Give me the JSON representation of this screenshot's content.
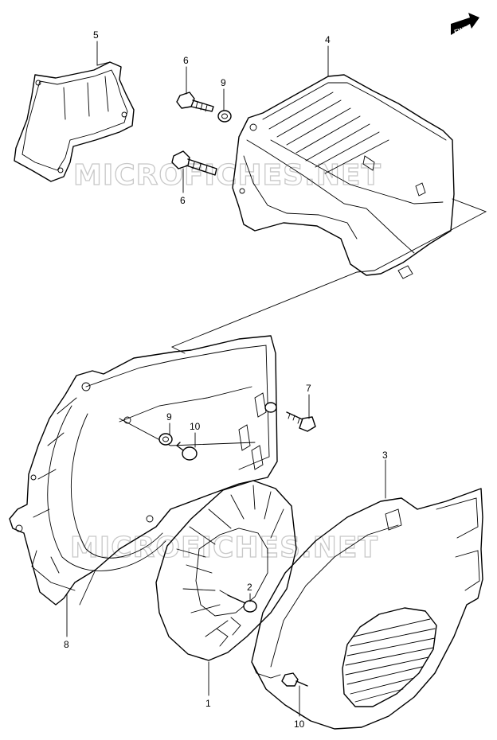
{
  "diagram": {
    "watermark_text": "MICROFICHES.NET",
    "direction_badge": "FWD",
    "callouts": [
      "5",
      "4",
      "6",
      "9",
      "6",
      "7",
      "9",
      "10",
      "3",
      "2",
      "8",
      "1",
      "10"
    ]
  }
}
